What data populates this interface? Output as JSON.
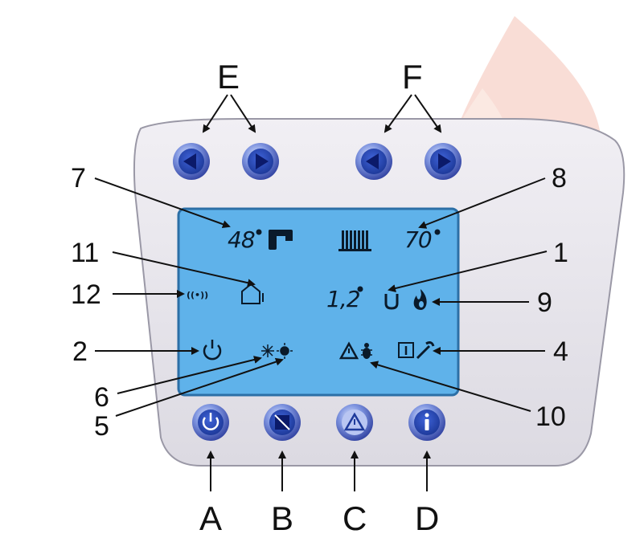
{
  "letters": {
    "A": "A",
    "B": "B",
    "C": "C",
    "D": "D",
    "E": "E",
    "F": "F"
  },
  "callouts": {
    "n1": "1",
    "n2": "2",
    "n4": "4",
    "n5": "5",
    "n6": "6",
    "n7": "7",
    "n8": "8",
    "n9": "9",
    "n10": "10",
    "n11": "11",
    "n12": "12"
  },
  "lcd": {
    "dhw_temp": "48",
    "heating_temp": "70",
    "pressure": "1,2",
    "wifi_glyph": "((•))"
  },
  "colors": {
    "panel": "#e6e4ea",
    "lcd": "#5fb2ea",
    "button": "#2e4fb8",
    "ink": "#0a1a2a"
  },
  "icons": {
    "E_left": "arrow-left-icon",
    "E_right": "arrow-right-icon",
    "F_left": "arrow-left-icon",
    "F_right": "arrow-right-icon",
    "A": "power-icon",
    "B": "reset-icon",
    "C": "warning-icon",
    "D": "info-icon"
  }
}
